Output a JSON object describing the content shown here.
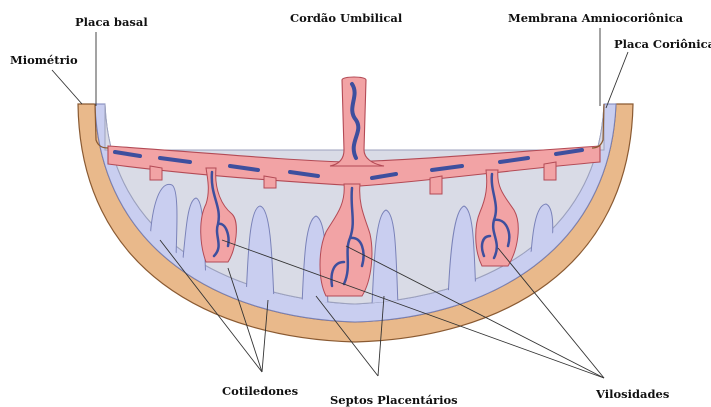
{
  "labels": {
    "miometrio": "Miométrio",
    "placa_basal": "Placa basal",
    "cordao_umbilical": "Cordão Umbilical",
    "membrana_amniocorionica": "Membrana Amniocoriônica",
    "placa_corionica": "Placa Coriônica",
    "cotiledones": "Cotiledones",
    "septos_placentarios": "Septos Placentários",
    "vilosidades": "Vilosidades"
  },
  "colors": {
    "myometrium": "#e9b98b",
    "myometrium_stroke": "#8a5a32",
    "decidua": "#c9cef0",
    "intervillous": "#d9dbe6",
    "vessel_pink": "#f2a3a5",
    "vessel_pink_stroke": "#b34a55",
    "vein_blue": "#3e4f9e",
    "leader_line": "#333333"
  }
}
